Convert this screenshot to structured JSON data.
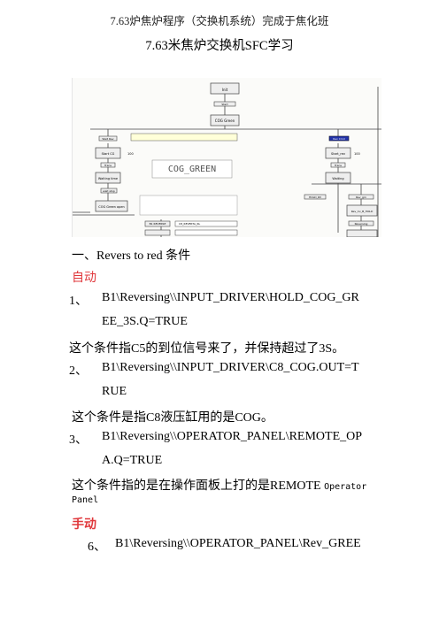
{
  "header": "7.63炉焦炉程序（交换机系统）完成于焦化班",
  "title": "7.63米焦炉交换机SFC学习",
  "figure": {
    "label": "COG_GREEN",
    "nodes": {
      "init": "Init",
      "start": "Start",
      "cog_green": "COG Green",
      "s_left1": "Wait Rev",
      "s_left2": "Start CG",
      "s_left3": "Trans",
      "s_left4": "Waiting time",
      "s_left5": "wait stop",
      "s_left6": "COG Green open",
      "s_right1": "Rev Cmd",
      "s_right2": "Start_rev",
      "s_right3": "Trans",
      "s_right4": "Waiting",
      "s_right5": "HOLD_RV",
      "s_right6": "Rev_grn",
      "s_right7": "Rev_Cv_B_HOLD",
      "s_right8": "Reversing",
      "b_left1": "B1 REVERSE",
      "b_left2": "C8_REVERTA_RL",
      "t_left": "100",
      "t_right": "100"
    }
  },
  "section1": "一、Revers to red 条件",
  "auto_label": "自动",
  "items": [
    {
      "num": "1、",
      "line1": "B1\\Reversing\\\\INPUT_DRIVER\\HOLD_COG_GR",
      "line2": "EE_3S.Q=TRUE"
    },
    {
      "num": "2、",
      "line1": "B1\\Reversing\\\\INPUT_DRIVER\\C8_COG.OUT=T",
      "line2": "RUE"
    },
    {
      "num": "3、",
      "line1": "B1\\Reversing\\\\OPERATOR_PANEL\\REMOTE_OP",
      "line2": "A.Q=TRUE"
    }
  ],
  "desc1": "这个条件指C5的到位信号来了，并保持超过了3S。",
  "desc2": "这个条件是指C8液压缸用的是COG。",
  "desc3_a": "这个条件指的是在操作面板上打的是REMOTE",
  "desc3_b": "Operator",
  "desc3_c": "Panel",
  "manual_label": "手动",
  "item6_num": "6、",
  "item6_line1": "B1\\Reversing\\\\OPERATOR_PANEL\\Rev_GREE"
}
